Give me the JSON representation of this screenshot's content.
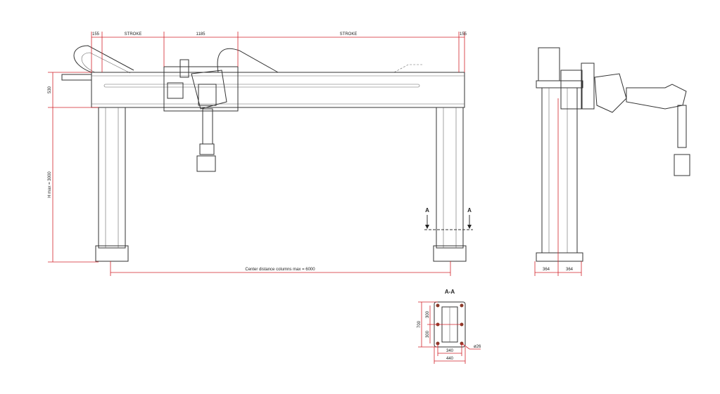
{
  "front_view": {
    "dim_top": [
      "155",
      "STROKE",
      "1185",
      "STROKE",
      "155"
    ],
    "dim_beam_height": "530",
    "dim_height": "H max = 3000",
    "dim_center_distance": "Center distance columns max = 6000",
    "section_marker_left": "A",
    "section_marker_right": "A"
  },
  "side_view": {
    "dim_left": "364",
    "dim_right": "364"
  },
  "section": {
    "title": "A-A",
    "dim_total_height": "700",
    "dim_upper": "300",
    "dim_lower": "300",
    "dim_inner_width": "340",
    "dim_outer_width": "440",
    "hole_diameter": "ø26"
  },
  "colors": {
    "dimension": "#d2232a",
    "line": "#333333"
  }
}
